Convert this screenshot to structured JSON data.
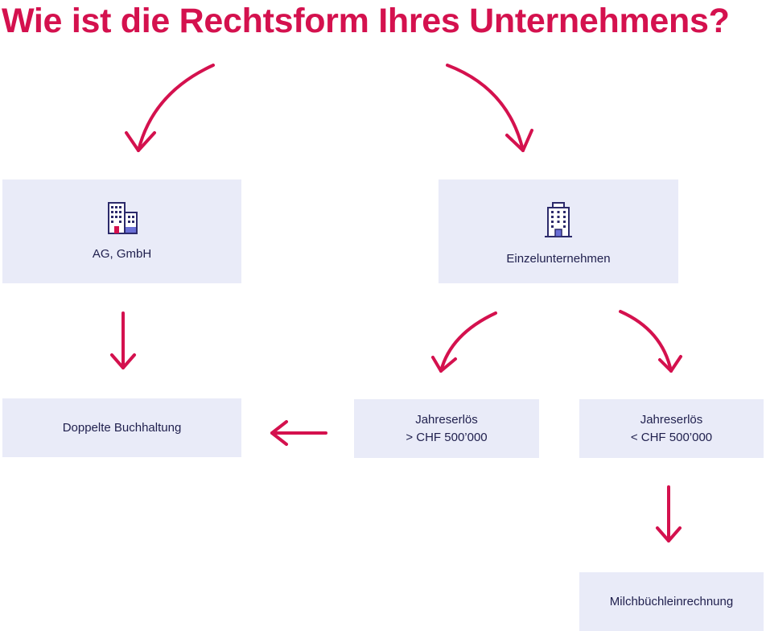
{
  "title": "Wie ist die Rechtsform Ihres Unternehmens?",
  "colors": {
    "accent": "#d4114e",
    "box_bg": "#e9ebf8",
    "text": "#1f1f4d",
    "icon_stroke": "#2c2a6b",
    "icon_fill": "#6a6fd6",
    "icon_door": "#d4114e"
  },
  "nodes": {
    "ag_gmbh": {
      "label": "AG, GmbH",
      "icon": "office-buildings-icon"
    },
    "einzel": {
      "label": "Einzelunternehmen",
      "icon": "office-tower-icon"
    },
    "doppelte": {
      "label": "Doppelte Buchhaltung"
    },
    "jahres_gt": {
      "line1": "Jahreserlös",
      "line2": "> CHF 500’000"
    },
    "jahres_lt": {
      "line1": "Jahreserlös",
      "line2": "< CHF 500’000"
    },
    "milch": {
      "label": "Milchbüchleinrechnung"
    }
  }
}
